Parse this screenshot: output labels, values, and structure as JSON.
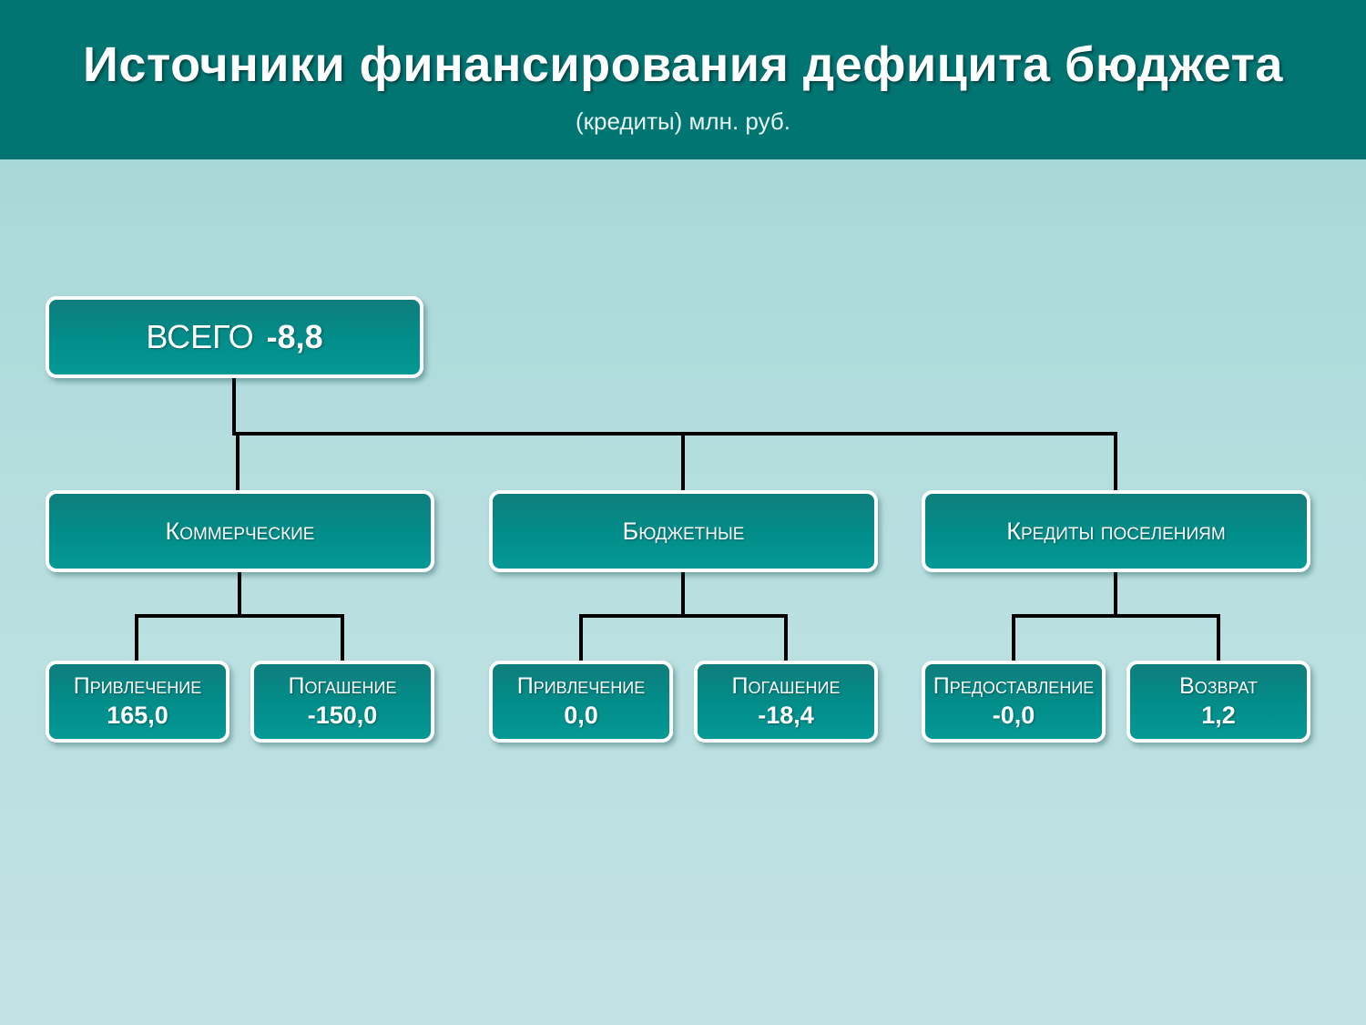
{
  "header": {
    "title": "Источники финансирования дефицита бюджета",
    "subtitle": "(кредиты) млн. руб."
  },
  "colors": {
    "header_bg": "#007572",
    "box_fill": "#028c89",
    "box_border": "#ffffff",
    "connector": "#000000",
    "background": "#b8dfe0"
  },
  "root": {
    "label": "ВСЕГО",
    "value": "-8,8"
  },
  "groups": [
    {
      "label": "Коммерческие",
      "items": [
        {
          "label": "Привлечение",
          "value": "165,0"
        },
        {
          "label": "Погашение",
          "value": "-150,0"
        }
      ]
    },
    {
      "label": "Бюджетные",
      "items": [
        {
          "label": "Привлечение",
          "value": "0,0"
        },
        {
          "label": "Погашение",
          "value": "-18,4"
        }
      ]
    },
    {
      "label": "Кредиты поселениям",
      "items": [
        {
          "label": "Предоставление",
          "value": "-0,0"
        },
        {
          "label": "Возврат",
          "value": "1,2"
        }
      ]
    }
  ]
}
